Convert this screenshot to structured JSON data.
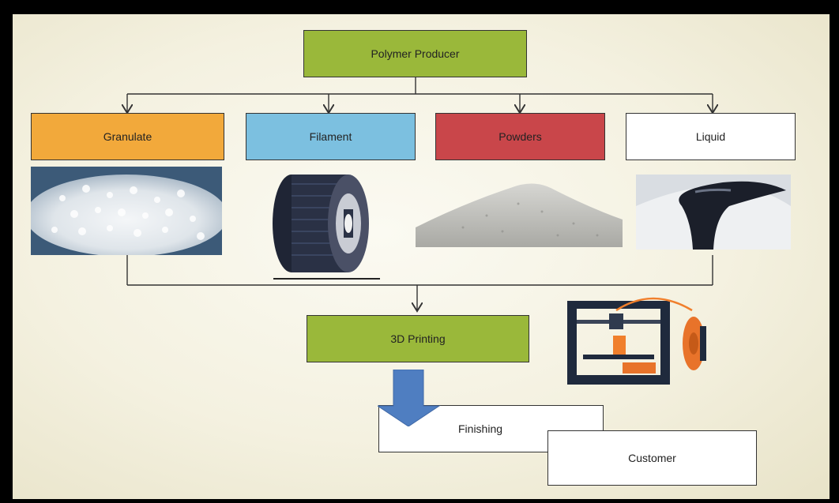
{
  "diagram": {
    "root": {
      "label": "Polymer Producer",
      "color": "#9ab83a"
    },
    "materials": [
      {
        "label": "Granulate",
        "color": "#f2a93b",
        "image": "granulate-pellets"
      },
      {
        "label": "Filament",
        "color": "#7cc0e0",
        "image": "filament-spool"
      },
      {
        "label": "Powders",
        "color": "#c9464a",
        "image": "powder-pile"
      },
      {
        "label": "Liquid",
        "color": "#ffffff",
        "image": "liquid-resin"
      }
    ],
    "process": {
      "label": "3D Printing",
      "color": "#9ab83a",
      "image": "3d-printer"
    },
    "finishing": {
      "label": "Finishing"
    },
    "customer": {
      "label": "Customer"
    },
    "colors": {
      "line": "#333333",
      "arrow_fill": "#4f7ec1"
    }
  }
}
